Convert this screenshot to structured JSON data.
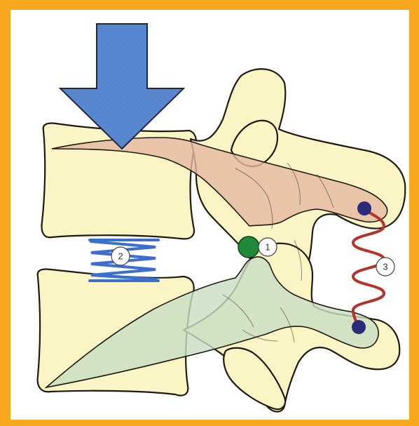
{
  "colors": {
    "frame": "#f7a81c",
    "bone": "#fbf5c6",
    "bone_outline": "#1f1a10",
    "upper_overlay": "#eebfa6",
    "lower_overlay": "#cfe6c9",
    "arrow": "#5b8ad4",
    "disc_spring": "#3a6fd0",
    "pivot": "#1f8a3a",
    "ligament_spring": "#b5332b",
    "attachment_point": "#2b2b7a"
  },
  "icons": {
    "load_arrow": "down-arrow-icon",
    "disc": "compression-spring-icon",
    "pivot": "joint-circle-icon",
    "ligament": "tension-spring-icon"
  },
  "labels": {
    "facet_joint": "1",
    "disc": "2",
    "ligament": "3"
  }
}
